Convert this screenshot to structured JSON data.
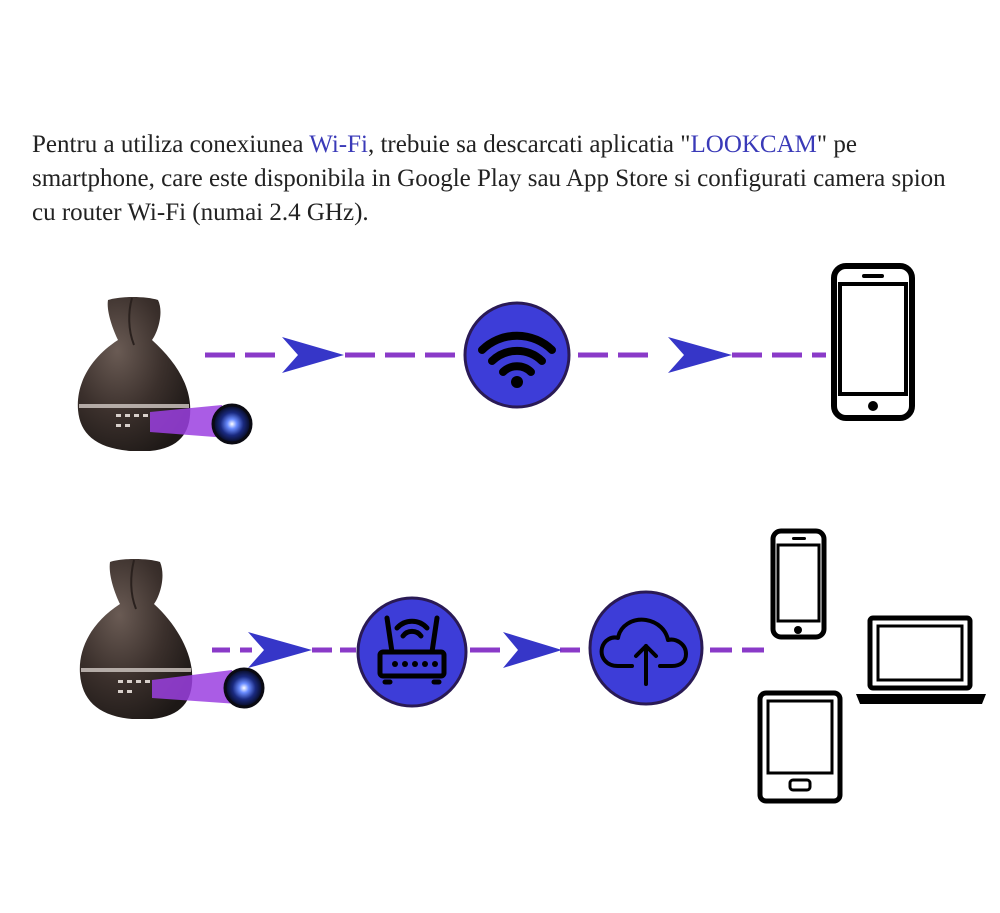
{
  "intro": {
    "part1": "Pentru a utiliza conexiunea ",
    "wifi_highlight": "Wi-Fi",
    "part2": ", trebuie sa descarcati aplicatia \"",
    "app_highlight": "LOOKCAM",
    "part3": "\" pe smartphone, care este disponibila in Google Play sau App Store si configurati camera spion cu router Wi-Fi (numai 2.4 GHz)."
  },
  "colors": {
    "accent_circle": "#3d3dd8",
    "circle_ring": "#2a1a55",
    "dash_line": "#8a3ac8",
    "arrow": "#3636c8",
    "device_body": "#3b302c",
    "camera_beam": "#9b3fe0"
  },
  "flows": [
    {
      "name": "direct-wifi",
      "nodes": [
        "diffuser-camera",
        "wifi-icon",
        "smartphone-icon"
      ]
    },
    {
      "name": "router-cloud",
      "nodes": [
        "diffuser-camera",
        "router-icon",
        "cloud-upload-icon",
        "smartphone-icon",
        "laptop-icon",
        "tablet-icon"
      ]
    }
  ]
}
